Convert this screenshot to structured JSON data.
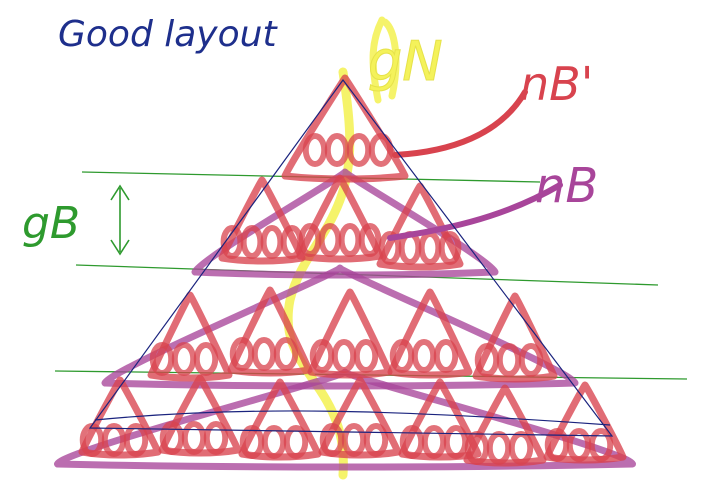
{
  "heading": "Good layout",
  "labels": {
    "gn": "gN",
    "nb_prime": "nB'",
    "nb": "nB",
    "gb": "gB"
  },
  "colors": {
    "background": "#ffffff",
    "heading_ink": "#1e2f8c",
    "outline_ink": "#1a237e",
    "red_ink": "#d8434e",
    "purple_ink": "#a8459a",
    "green_ink": "#2e9a2e",
    "yellow_ink": "#f4f25a"
  }
}
